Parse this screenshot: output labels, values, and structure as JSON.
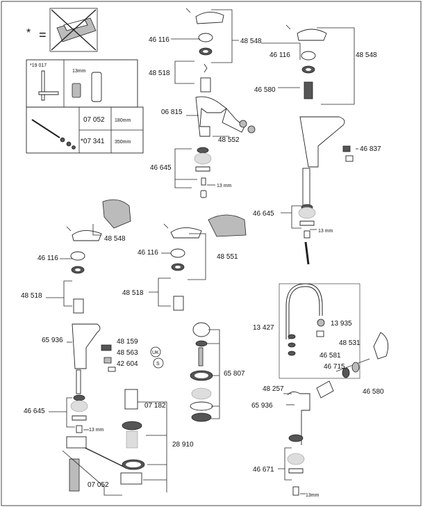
{
  "legend": {
    "asterisk": "*",
    "equals": "=",
    "box1": {
      "part": "*19 017",
      "size": "13mm"
    },
    "box2": {
      "rows": [
        {
          "code": "07 052",
          "length": "180mm"
        },
        {
          "code": "*07 341",
          "length": "350mm"
        }
      ]
    }
  },
  "labels": {
    "a_48548": "48 548",
    "a_46116": "46 116",
    "a_48518": "48 518",
    "a_06815": "06 815",
    "a_48552": "48 552",
    "a_46645": "46 645",
    "a_13mm": "13 mm",
    "b_48548": "48 548",
    "b_46116": "46 116",
    "b_46580": "46 580",
    "b_46837": "46 837",
    "b_46645": "46 645",
    "b_13mm": "13 mm",
    "c_48548": "48 548",
    "c_46116": "46 116",
    "c_48518": "48 518",
    "c_65936": "65 936",
    "c_48159": "48 159",
    "c_48563": "48 563",
    "c_uk": "UK",
    "c_42604": "42 604",
    "c_s": "S",
    "c_46645": "46 645",
    "c_13mm": "13 mm",
    "c_07052": "07 052",
    "d_46116": "46 116",
    "d_48551": "48 551",
    "d_48518": "48 518",
    "d_07182": "07 182",
    "d_28910": "28 910",
    "e_65807": "65 807",
    "f_13427": "13 427",
    "f_13935": "13 935",
    "f_48531": "48 531",
    "f_46581": "46 581",
    "f_46715": "46 715",
    "f_46580": "46 580",
    "f_48257": "48 257",
    "f_65936": "65 936",
    "f_46671": "46 671",
    "f_13mm": "13mm"
  }
}
